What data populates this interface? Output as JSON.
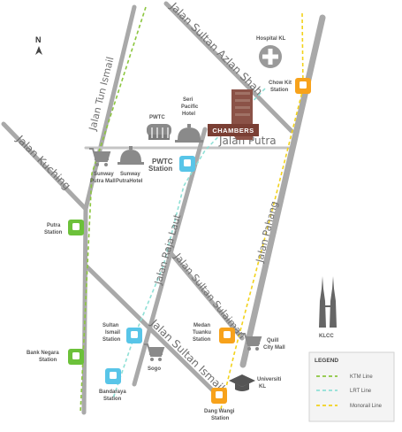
{
  "north": {
    "letter": "N"
  },
  "roads": {
    "jalan_tun_ismail": "Jalan Tun Ismail",
    "jalan_sultan_azlan_shah": "Jalan Sultan Azlan Shah",
    "jalan_kuching": "Jalan Kuching",
    "jalan_putra": "Jalan Putra",
    "jalan_raja_laut": "Jalan Raja Laut",
    "jalan_pahang": "Jalan Pahang",
    "jalan_sultan_sulaiman": "Jalan Sultan Sulaiman",
    "jalan_sultan_ismail": "Jalan Sultan Ismail"
  },
  "places": {
    "hospital": [
      "Hospital KL"
    ],
    "chow_kit": [
      "Chow Kit",
      "Station"
    ],
    "seri_pacific": [
      "Seri",
      "Pacific",
      "Hotel"
    ],
    "pwtc": [
      "PWTC"
    ],
    "chambers": "CHAMBERS",
    "sunway_mall": [
      "Sunway",
      "Putra Mall"
    ],
    "sunway_hotel": [
      "Sunway",
      "PutraHotel"
    ],
    "pwtc_station": [
      "PWTC",
      "Station"
    ],
    "putra_station": [
      "Putra",
      "Station"
    ],
    "bank_negara": [
      "Bank Negara",
      "Station"
    ],
    "sultan_ismail": [
      "Sultan",
      "Ismail",
      "Station"
    ],
    "sogo": [
      "Sogo"
    ],
    "bandaraya": [
      "Bandaraya",
      "Station"
    ],
    "medan_tuanku": [
      "Medan",
      "Tuanku",
      "Station"
    ],
    "quill": [
      "Quill",
      "City Mall"
    ],
    "universiti": [
      "Universiti",
      "KL"
    ],
    "dang_wangi": [
      "Dang Wangi",
      "Station"
    ],
    "klcc": [
      "KLCC"
    ]
  },
  "legend": {
    "title": "LEGEND",
    "items": [
      {
        "label": "KTM Line",
        "color": "#8cc63f"
      },
      {
        "label": "LRT Line",
        "color": "#8fe0d6"
      },
      {
        "label": "Monorail Line",
        "color": "#f2d21b"
      }
    ]
  },
  "colors": {
    "ktm": "#8cc63f",
    "lrt": "#8fe0d6",
    "monorail": "#f2d21b",
    "ktm_station": "#6cc13a",
    "lrt_station": "#58c5e8",
    "monorail_station": "#f7a21b",
    "chambers_brand": "#7a3f34"
  }
}
